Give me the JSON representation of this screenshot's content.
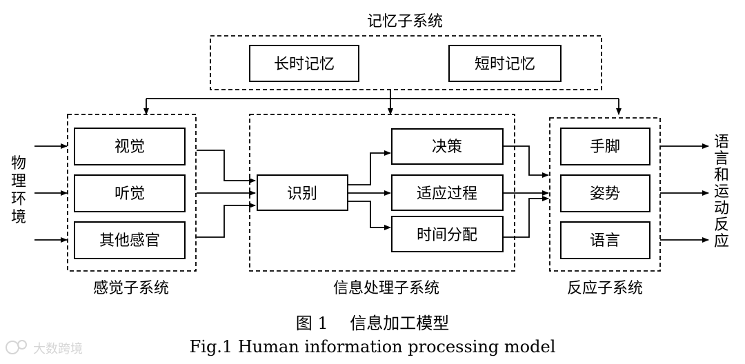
{
  "memory": {
    "title": "记忆子系统",
    "long_term": "长时记忆",
    "short_term": "短时记忆"
  },
  "environment": [
    "物",
    "理",
    "环",
    "境"
  ],
  "sensory": {
    "title": "感觉子系统",
    "vision": "视觉",
    "hearing": "听觉",
    "other": "其他感官"
  },
  "processing": {
    "title": "信息处理子系统",
    "recognition": "识别",
    "decision": "决策",
    "adaptation": "适应过程",
    "time_allocation": "时间分配"
  },
  "response": {
    "title": "反应子系统",
    "hands_feet": "手脚",
    "posture": "姿势",
    "speech": "语言"
  },
  "output_label": [
    "语",
    "言",
    "和",
    "运",
    "动",
    "反",
    "应"
  ],
  "caption": {
    "cn": "图 1　 信息加工模型",
    "en": "Fig.1 Human information processing model"
  },
  "watermark": "大数跨境"
}
